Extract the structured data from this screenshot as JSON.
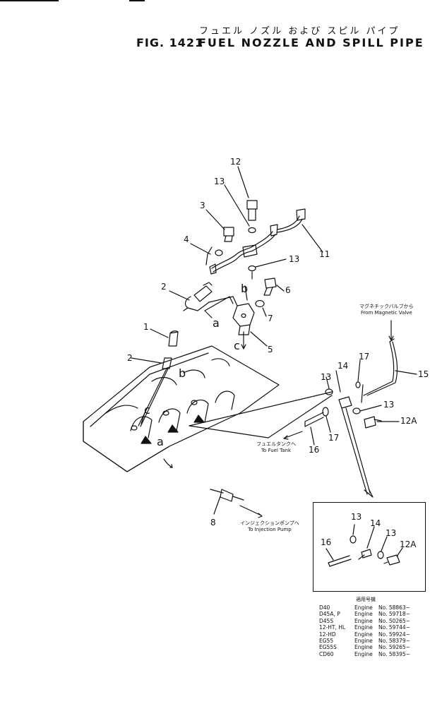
{
  "title": {
    "japanese": "フュエル ノズル および スピル パイプ",
    "figure_number": "FIG. 1421",
    "english": "FUEL NOZZLE AND SPILL PIPE"
  },
  "callouts": {
    "c1": "1",
    "c2a": "2",
    "c2b": "2",
    "c3": "3",
    "c4": "4",
    "c5": "5",
    "c6": "6",
    "c7": "7",
    "c8": "8",
    "c11": "11",
    "c12": "12",
    "c12a": "12A",
    "c13a": "13",
    "c13b": "13",
    "c13c": "13",
    "c13d": "13",
    "c14": "14",
    "c15": "15",
    "c16": "16",
    "c17a": "17",
    "c17b": "17",
    "in13a": "13",
    "in14": "14",
    "in13b": "13",
    "in12a": "12A",
    "in16": "16"
  },
  "reference_letters": {
    "a1": "a",
    "b1": "b",
    "c1": "c",
    "a2": "a",
    "b2": "b",
    "c2": "c"
  },
  "notes": {
    "magnetic_valve_jp": "マグネチックバルブから",
    "magnetic_valve_en": "From  Magnetic  Valve",
    "fuel_tank_jp": "フュエルタンクへ",
    "fuel_tank_en": "To  Fuel  Tank",
    "injection_pump_jp": "インジェクションポンプへ",
    "injection_pump_en": "To  Injection  Pump"
  },
  "serial_table": {
    "header": "適用号機",
    "rows": [
      {
        "model": "D40",
        "engine": "Engine",
        "number": "No. 58863~"
      },
      {
        "model": "D45A, P",
        "engine": "Engine",
        "number": "No. 59718~"
      },
      {
        "model": "D45S",
        "engine": "Engine",
        "number": "No. 50265~"
      },
      {
        "model": "12-HT, HL",
        "engine": "Engine",
        "number": "No. 59744~"
      },
      {
        "model": "12-HD",
        "engine": "Engine",
        "number": "No. 59924~"
      },
      {
        "model": "EG55",
        "engine": "Engine",
        "number": "No. 58379~"
      },
      {
        "model": "EG55S",
        "engine": "Engine",
        "number": "No. 59265~"
      },
      {
        "model": "CD60",
        "engine": "Engine",
        "number": "No. 58395~"
      }
    ]
  }
}
